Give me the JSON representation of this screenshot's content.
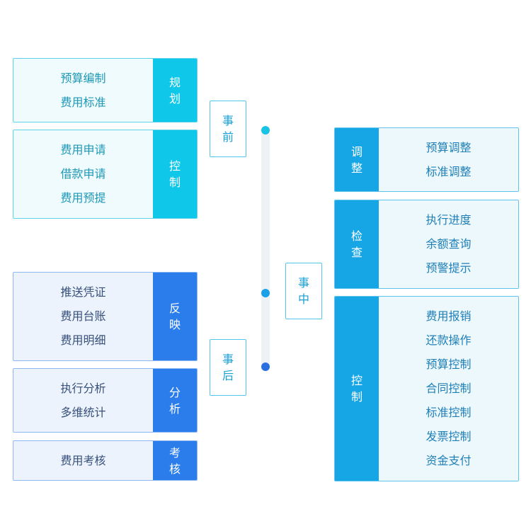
{
  "phases": {
    "before": [
      "事",
      "前"
    ],
    "during": [
      "事",
      "中"
    ],
    "after": [
      "事",
      "后"
    ]
  },
  "left_groups": [
    {
      "tag": [
        "规",
        "划"
      ],
      "items": [
        "预算编制",
        "费用标准"
      ]
    },
    {
      "tag": [
        "控",
        "制"
      ],
      "items": [
        "费用申请",
        "借款申请",
        "费用预提"
      ]
    },
    {
      "tag": [
        "反",
        "映"
      ],
      "items": [
        "推送凭证",
        "费用台账",
        "费用明细"
      ]
    },
    {
      "tag": [
        "分",
        "析"
      ],
      "items": [
        "执行分析",
        "多维统计"
      ]
    },
    {
      "tag": [
        "考",
        "核"
      ],
      "items": [
        "费用考核"
      ]
    }
  ],
  "right_groups": [
    {
      "tag": [
        "调",
        "整"
      ],
      "items": [
        "预算调整",
        "标准调整"
      ]
    },
    {
      "tag": [
        "检",
        "查"
      ],
      "items": [
        "执行进度",
        "余额查询",
        "预警提示"
      ]
    },
    {
      "tag": [
        "控",
        "制"
      ],
      "items": [
        "费用报销",
        "还款操作",
        "预算控制",
        "合同控制",
        "标准控制",
        "发票控制",
        "资金支付"
      ]
    }
  ],
  "colors": {
    "cyan": "#0fc7e8",
    "blue": "#2a7deb",
    "sky": "#16a6e6",
    "dot_before": "#19c3e6",
    "dot_during": "#1aa0e8",
    "dot_after": "#2a6fe0"
  }
}
